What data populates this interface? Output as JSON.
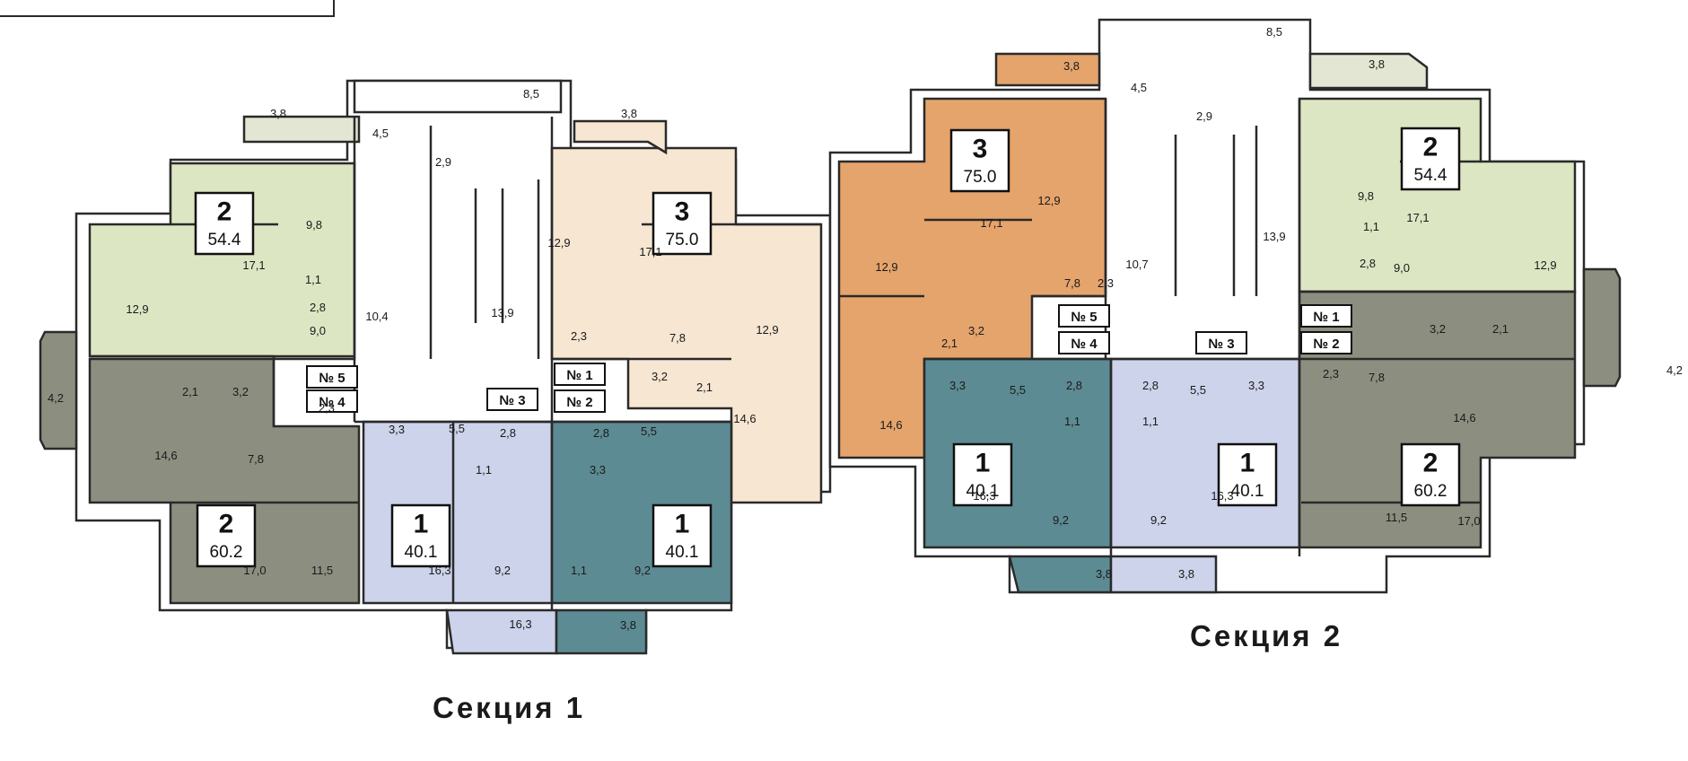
{
  "sections": [
    {
      "caption": "Секция 1",
      "apartments": [
        {
          "type": "2",
          "area": "54.4"
        },
        {
          "type": "3",
          "area": "75.0"
        },
        {
          "type": "2",
          "area": "60.2"
        },
        {
          "type": "1",
          "area": "40.1"
        },
        {
          "type": "1",
          "area": "40.1"
        }
      ],
      "numbers": [
        "№ 5",
        "№ 4",
        "№ 3",
        "№ 1",
        "№ 2"
      ],
      "rooms": [
        "3,8",
        "3,8",
        "8,5",
        "4,5",
        "2,9",
        "9,8",
        "17,1",
        "1,1",
        "2,8",
        "12,9",
        "9,0",
        "10,4",
        "13,9",
        "12,9",
        "17,1",
        "2,3",
        "7,8",
        "12,9",
        "3,2",
        "2,1",
        "14,6",
        "4,2",
        "2,1",
        "3,2",
        "2,3",
        "7,8",
        "14,6",
        "17,0",
        "11,5",
        "3,3",
        "5,5",
        "2,8",
        "1,1",
        "16,3",
        "9,2",
        "2,8",
        "5,5",
        "3,3",
        "1,1",
        "9,2",
        "16,3",
        "3,8",
        "3,8"
      ]
    },
    {
      "caption": "Секция 2",
      "apartments": [
        {
          "type": "3",
          "area": "75.0"
        },
        {
          "type": "2",
          "area": "54.4"
        },
        {
          "type": "1",
          "area": "40.1"
        },
        {
          "type": "1",
          "area": "40.1"
        },
        {
          "type": "2",
          "area": "60.2"
        }
      ],
      "numbers": [
        "№ 5",
        "№ 4",
        "№ 3",
        "№ 1",
        "№ 2"
      ],
      "rooms": [
        "8,5",
        "3,8",
        "4,5",
        "2,9",
        "3,8",
        "12,9",
        "17,1",
        "12,9",
        "7,8",
        "2,3",
        "10,7",
        "3,2",
        "2,1",
        "14,6",
        "13,9",
        "9,8",
        "1,1",
        "17,1",
        "2,8",
        "9,0",
        "12,9",
        "3,2",
        "2,1",
        "4,2",
        "3,3",
        "5,5",
        "2,8",
        "1,1",
        "16,3",
        "9,2",
        "2,8",
        "5,5",
        "3,3",
        "1,1",
        "9,2",
        "16,3",
        "2,3",
        "7,8",
        "14,6",
        "11,5",
        "17,0",
        "3,8",
        "3,8"
      ]
    }
  ],
  "colors": {
    "green": "#dde6c3",
    "peach": "#f6e6d2",
    "olive": "#8c8f80",
    "lavender": "#cdd3ea",
    "teal": "#5d8b93",
    "orange": "#e5a46c",
    "wall": "#2a2a2a",
    "balcony": "#e2e6d2"
  }
}
